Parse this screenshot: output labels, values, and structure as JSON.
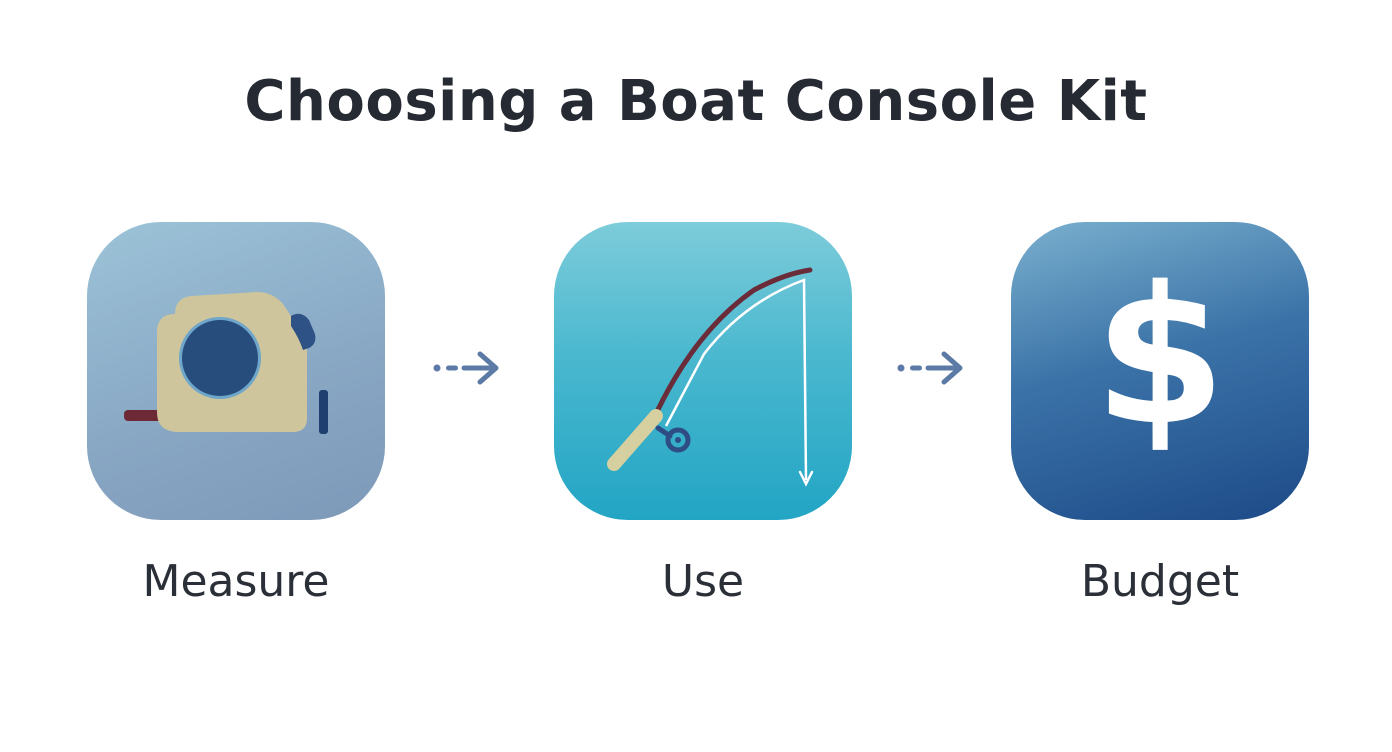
{
  "title": "Choosing a Boat Console Kit",
  "steps": [
    {
      "label": "Measure",
      "icon": "tape-measure-icon"
    },
    {
      "label": "Use",
      "icon": "fishing-rod-icon"
    },
    {
      "label": "Budget",
      "icon": "dollar-sign-icon"
    }
  ],
  "budget_symbol": "$",
  "colors": {
    "title_text": "#262a33",
    "label_text": "#2b2f38",
    "arrow": "#5b7ba6",
    "measure_tile": "#89a8c4",
    "use_tile": "#3fb3cc",
    "budget_tile": "#2a5b96"
  }
}
